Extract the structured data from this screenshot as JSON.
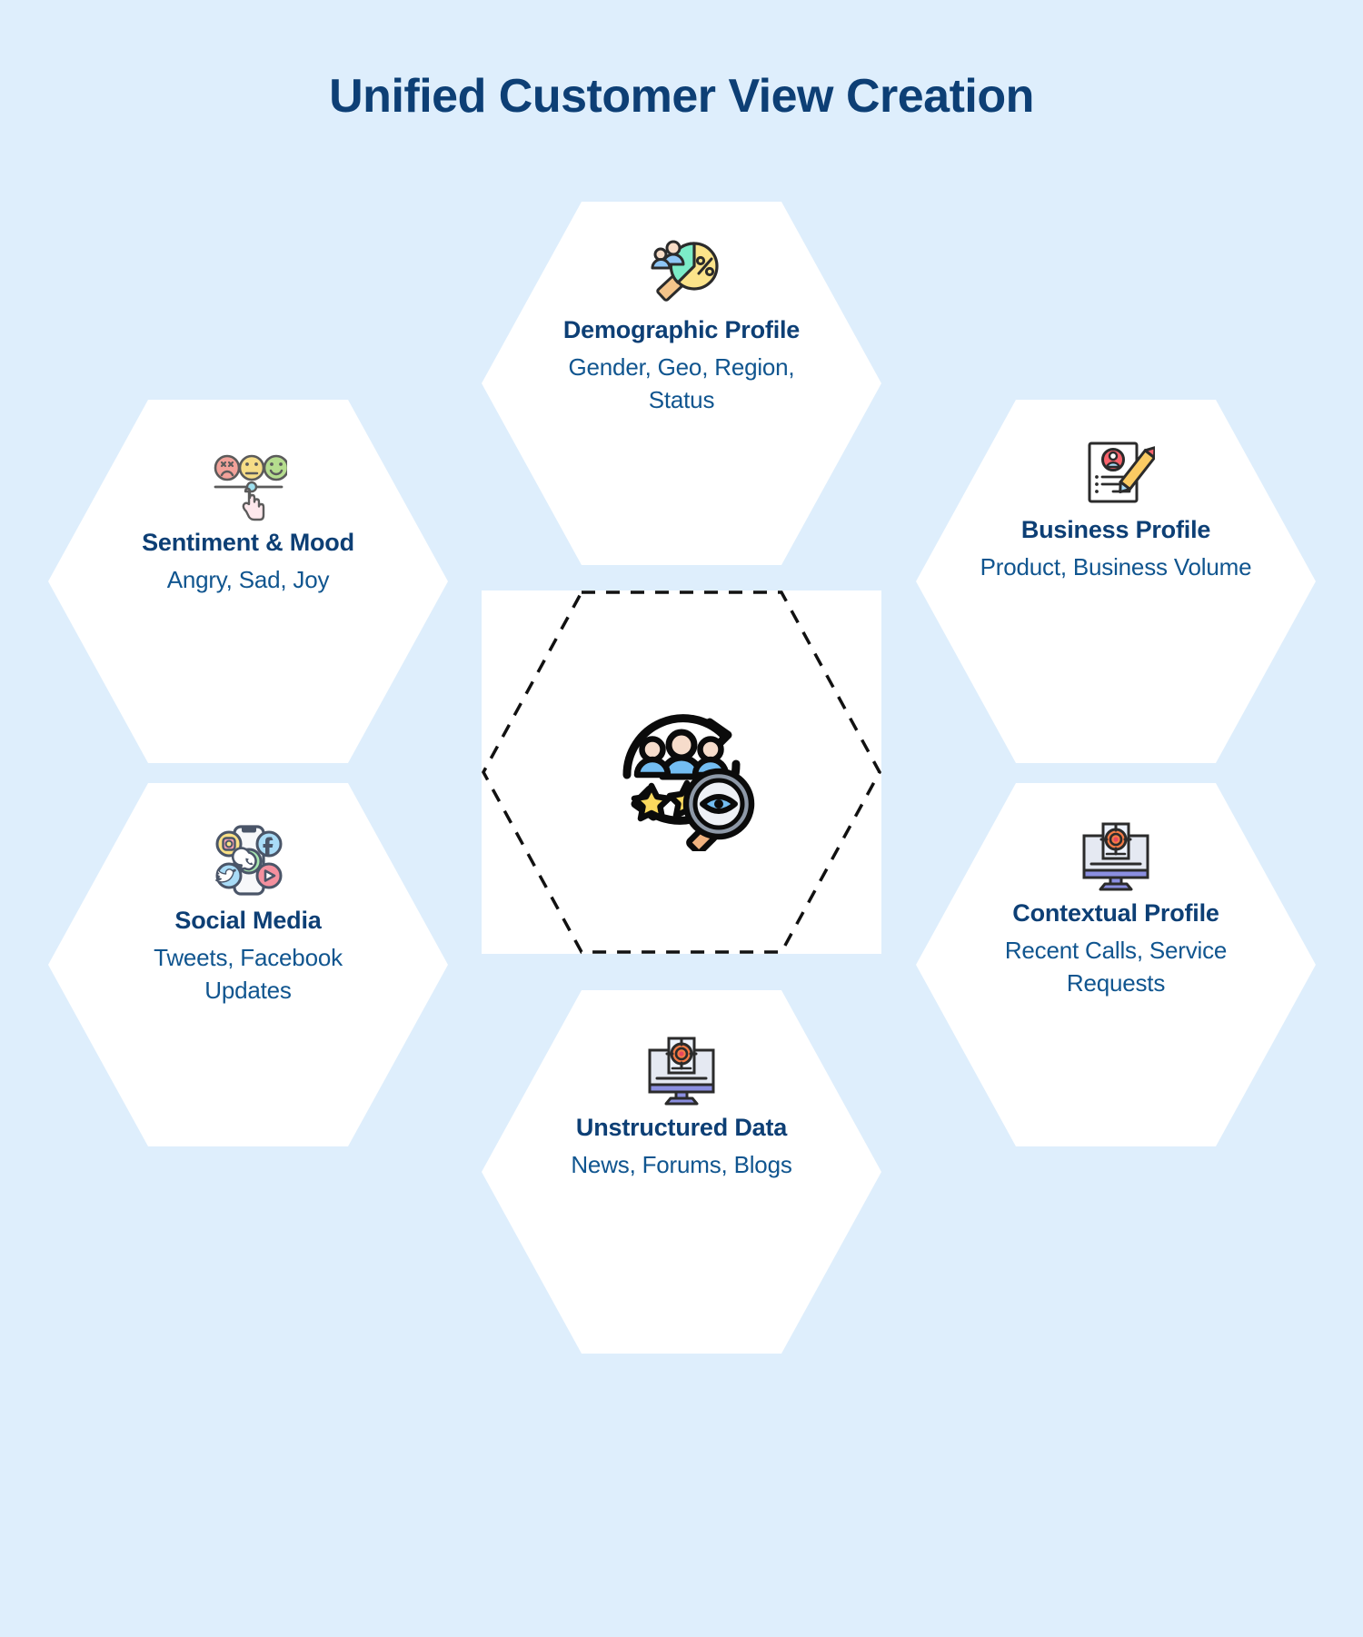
{
  "page": {
    "title": "Unified Customer View Creation",
    "background_color": "#deeefc",
    "title_color": "#0d3f75",
    "hexagon_color": "#ffffff",
    "text_color": "#0d3f75"
  },
  "center": {
    "icon": "customer-insight-icon",
    "border_style": "dashed"
  },
  "nodes": [
    {
      "id": "demographic-profile",
      "title": "Demographic Profile",
      "desc": "Gender, Geo, Region, Status",
      "icon": "pie-chart-audience-icon",
      "position": "top"
    },
    {
      "id": "sentiment-mood",
      "title": "Sentiment & Mood",
      "desc": "Angry, Sad, Joy",
      "icon": "satisfaction-rating-icon",
      "position": "upper-left"
    },
    {
      "id": "business-profile",
      "title": "Business Profile",
      "desc": "Product, Business Volume",
      "icon": "profile-document-pencil-icon",
      "position": "upper-right"
    },
    {
      "id": "social-media",
      "title": "Social Media",
      "desc": "Tweets, Facebook Updates",
      "icon": "social-apps-phone-icon",
      "position": "lower-left"
    },
    {
      "id": "contextual-profile",
      "title": "Contextual Profile",
      "desc": "Recent Calls, Service Requests",
      "icon": "monitor-target-icon",
      "position": "lower-right"
    },
    {
      "id": "unstructured-data",
      "title": "Unstructured Data",
      "desc": "News, Forums, Blogs",
      "icon": "monitor-target-icon",
      "position": "bottom"
    }
  ]
}
